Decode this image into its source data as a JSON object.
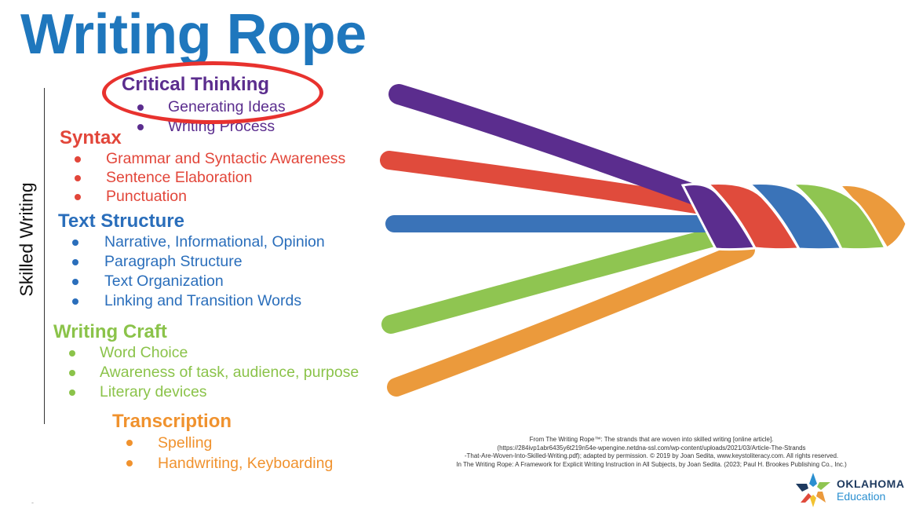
{
  "title": "Writing Rope",
  "axis_label": "Skilled Writing",
  "sections": {
    "critical": {
      "heading": "Critical Thinking",
      "color": "#5b2d8e",
      "items": [
        "Generating Ideas",
        "Writing Process"
      ]
    },
    "syntax": {
      "heading": "Syntax",
      "color": "#e2463a",
      "items": [
        "Grammar and Syntactic Awareness",
        "Sentence Elaboration",
        "Punctuation"
      ]
    },
    "text_structure": {
      "heading": "Text Structure",
      "color": "#2a6ebb",
      "items": [
        "Narrative, Informational, Opinion",
        "Paragraph Structure",
        "Text Organization",
        "Linking and Transition Words"
      ]
    },
    "writing_craft": {
      "heading": "Writing Craft",
      "color": "#8bc34a",
      "items": [
        "Word Choice",
        "Awareness of task, audience, purpose",
        "Literary devices"
      ]
    },
    "transcription": {
      "heading": "Transcription",
      "color": "#f0922e",
      "items": [
        "Spelling",
        "Handwriting, Keyboarding"
      ]
    }
  },
  "highlight_color": "#e8322e",
  "citation": {
    "line1": "From The Writing Rope™: The strands that are woven into skilled writing [online article].",
    "line2": "(https://284ivp1abr6435y6t219n54e-wpengine.netdna-ssl.com/wp-content/uploads/2021/03/Article-The-Strands",
    "line3": "-That-Are-Woven-Into-Skilled-Writing.pdf); adapted by permission. © 2019 by Joan Sedita, www.keystoliteracy.com. All rights reserved.",
    "line4": "In The Writing Rope: A Framework for Explicit Writing Instruction in All Subjects, by Joan Sedita. (2023; Paul H. Brookes Publishing Co., Inc.)"
  },
  "logo": {
    "line1": "OKLAHOMA",
    "line2": "Education",
    "icon": "oklahoma-star-icon"
  },
  "footer_mark": "-"
}
